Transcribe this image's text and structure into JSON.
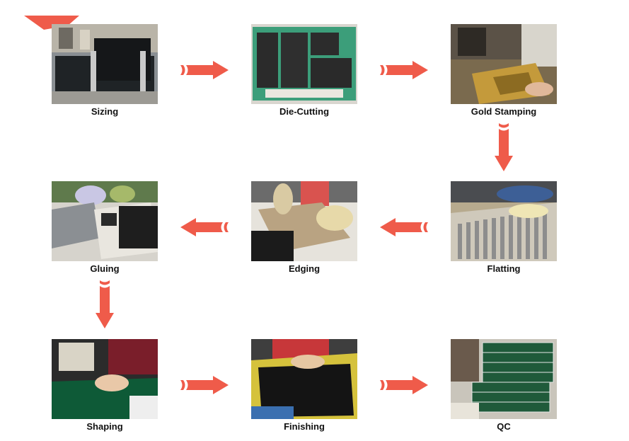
{
  "steps": [
    {
      "id": "sizing",
      "label": "Sizing",
      "scene": "sizing-machine"
    },
    {
      "id": "die-cutting",
      "label": "Die-Cutting",
      "scene": "green-tray"
    },
    {
      "id": "gold-stamping",
      "label": "Gold Stamping",
      "scene": "gold-foil-press"
    },
    {
      "id": "flatting",
      "label": "Flatting",
      "scene": "flatting-table"
    },
    {
      "id": "edging",
      "label": "Edging",
      "scene": "edging-board"
    },
    {
      "id": "gluing",
      "label": "Gluing",
      "scene": "gluing-bench"
    },
    {
      "id": "shaping",
      "label": "Shaping",
      "scene": "sewing-green-sheet"
    },
    {
      "id": "finishing",
      "label": "Finishing",
      "scene": "black-folder-finish"
    },
    {
      "id": "qc",
      "label": "QC",
      "scene": "stacked-boxes"
    }
  ],
  "arrows": [
    {
      "from": "sizing",
      "to": "die-cutting",
      "direction": "right"
    },
    {
      "from": "die-cutting",
      "to": "gold-stamping",
      "direction": "right"
    },
    {
      "from": "gold-stamping",
      "to": "flatting",
      "direction": "down"
    },
    {
      "from": "flatting",
      "to": "edging",
      "direction": "left"
    },
    {
      "from": "edging",
      "to": "gluing",
      "direction": "left"
    },
    {
      "from": "gluing",
      "to": "shaping",
      "direction": "down"
    },
    {
      "from": "shaping",
      "to": "finishing",
      "direction": "right"
    },
    {
      "from": "finishing",
      "to": "qc",
      "direction": "right"
    }
  ],
  "colors": {
    "arrow": "#ef5b4a",
    "label": "#111111",
    "background": "#ffffff"
  }
}
